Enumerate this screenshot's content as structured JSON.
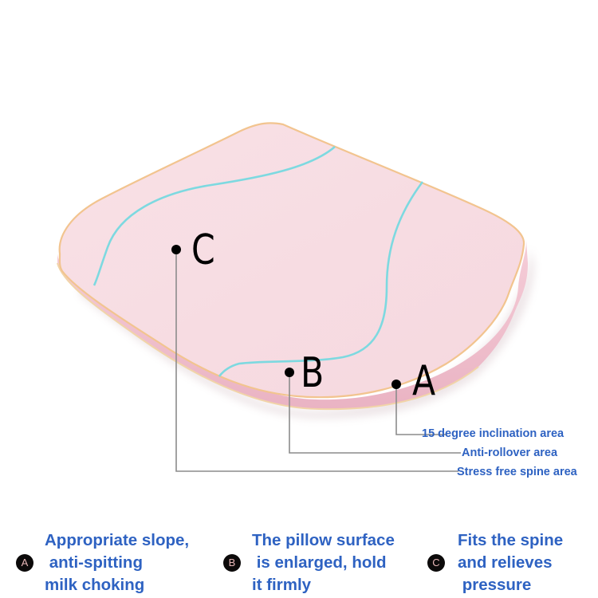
{
  "diagram": {
    "subject": "pink wedge seat pillow",
    "markers": [
      {
        "id": "C",
        "label": "C"
      },
      {
        "id": "B",
        "label": "B"
      },
      {
        "id": "A",
        "label": "A"
      }
    ],
    "callouts": [
      {
        "marker": "A",
        "text": "15 degree inclination area"
      },
      {
        "marker": "B",
        "text": "Anti-rollover area"
      },
      {
        "marker": "C",
        "text": "Stress free spine area"
      }
    ],
    "colors": {
      "pillow_top": "#f7dde3",
      "pillow_side": "#f0c2cf",
      "piping": "#f2c48f",
      "seam": "#7dd9e0",
      "callout_text": "#2e62c2",
      "leader_line": "#8c8c8c"
    }
  },
  "features": [
    {
      "badge": "A",
      "lines": [
        "Appropriate slope,",
        " anti-spitting",
        "milk choking"
      ]
    },
    {
      "badge": "B",
      "lines": [
        "The pillow surface",
        " is enlarged, hold",
        "it firmly"
      ]
    },
    {
      "badge": "C",
      "lines": [
        "Fits the spine",
        "and relieves",
        " pressure"
      ]
    }
  ]
}
